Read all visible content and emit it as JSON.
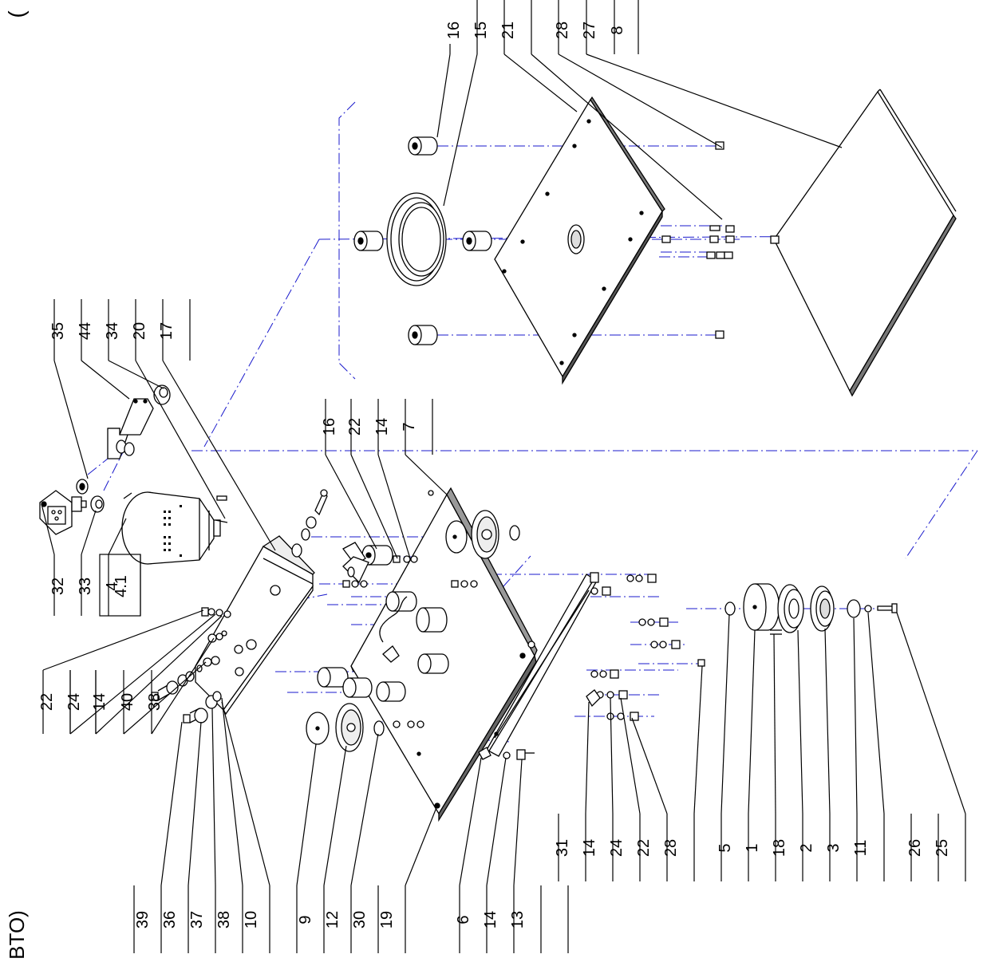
{
  "page": {
    "fragment_top_left": "(",
    "fragment_bottom_left": "BTO)"
  },
  "colors": {
    "ink": "#000000",
    "centerline": "#1a1acc",
    "paper": "#ffffff"
  },
  "top_labels": [
    "16",
    "15",
    "21",
    "28",
    "27",
    "8"
  ],
  "upper_left_labels": [
    "35",
    "44",
    "34",
    "20",
    "17"
  ],
  "middle_labels": [
    "16",
    "22",
    "14",
    "7"
  ],
  "left_top_labels": [
    "32",
    "33",
    "4",
    "4.1"
  ],
  "left_stack_labels": [
    "22",
    "24",
    "14",
    "40",
    "38"
  ],
  "bottom_left_labels": [
    "39",
    "36",
    "37",
    "38",
    "10",
    "9",
    "12",
    "30",
    "19",
    "6",
    "14",
    "13"
  ],
  "bottom_right_labels": [
    "31",
    "14",
    "24",
    "22",
    "28",
    "5",
    "1",
    "18",
    "2",
    "3",
    "11",
    "26",
    "25"
  ]
}
